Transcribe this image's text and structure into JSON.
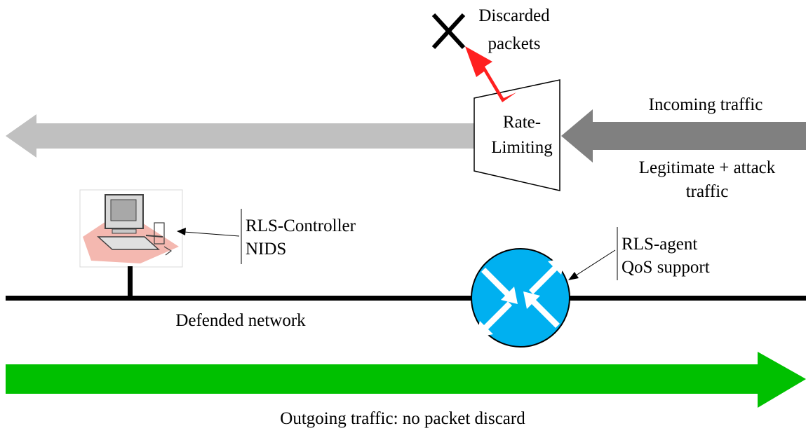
{
  "labels": {
    "discarded_line1": "Discarded",
    "discarded_line2": "packets",
    "incoming": "Incoming traffic",
    "rate_line1": "Rate-",
    "rate_line2": "Limiting",
    "legit_line1": "Legitimate + attack",
    "legit_line2": "traffic",
    "controller_line1": "RLS-Controller",
    "controller_line2": "NIDS",
    "agent_line1": "RLS-agent",
    "agent_line2": "QoS support",
    "network": "Defended network",
    "outgoing": "Outgoing traffic: no packet discard"
  },
  "colors": {
    "filtered_arrow": "#c0c0c0",
    "incoming_arrow": "#808080",
    "discard_arrow": "#ff2020",
    "outgoing_arrow": "#00c000",
    "router": "#00b0f0",
    "workstation_shadow": "#f4b8b0"
  },
  "icons": {
    "discard_mark": "x-mark-icon",
    "router": "router-icon",
    "workstation": "workstation-icon"
  }
}
